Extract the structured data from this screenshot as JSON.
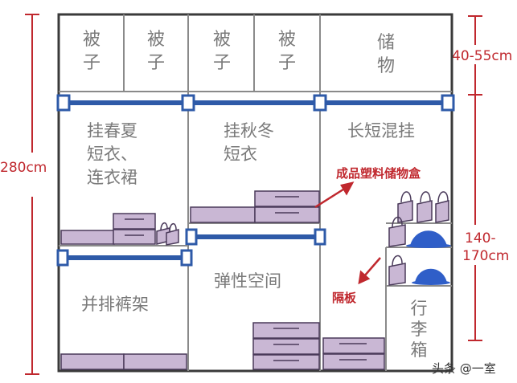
{
  "colors": {
    "dimension": "#c0282e",
    "rail": "#2e5aa8",
    "frame": "#3a3a3a",
    "box_fill": "#c9b7d4",
    "box_stroke": "#4a3a5a",
    "text_gray": "#7a7a7a",
    "annotation_red": "#c0282e",
    "hat_blue": "#2f5ec8"
  },
  "dimensions": {
    "total_height": "280cm",
    "top_section": "40-55cm",
    "middle_section": "140-\n170cm"
  },
  "top_compartments": [
    {
      "label": "被\n子"
    },
    {
      "label": "被\n子"
    },
    {
      "label": "被\n子"
    },
    {
      "label": "被\n子"
    },
    {
      "label": "储\n物"
    }
  ],
  "left_column": {
    "upper_label": "挂春夏\n短衣、\n连衣裙",
    "lower_label": "并排裤架"
  },
  "middle_column": {
    "upper_label": "挂秋冬\n短衣",
    "lower_label": "弹性空间"
  },
  "right_column": {
    "upper_label": "长短混挂",
    "luggage_label": "行\n李\n箱"
  },
  "annotations": {
    "storage_box": "成品塑料储物盒",
    "shelf": "隔板"
  },
  "watermark": "头条 @一室"
}
